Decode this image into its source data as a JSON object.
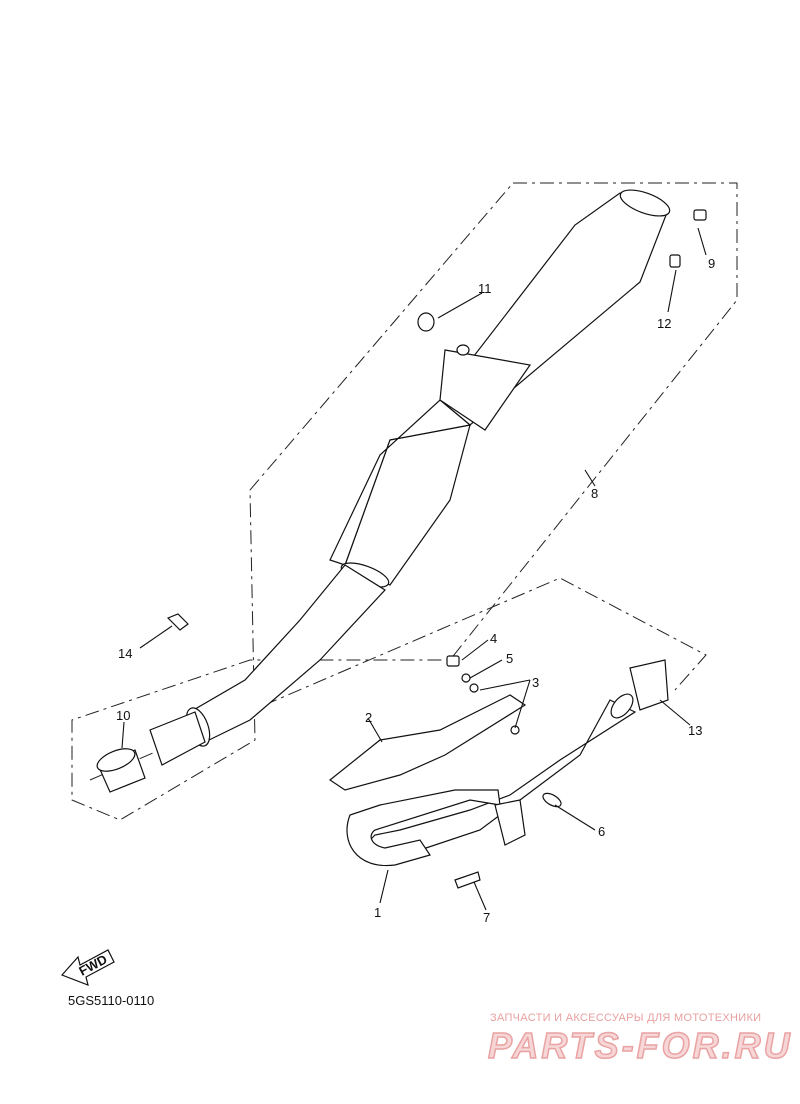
{
  "diagram_code": "5GS5110-0110",
  "fwd_label": "FWD",
  "watermark": {
    "tagline": "ЗАПЧАСТИ И АКСЕССУАРЫ ДЛЯ МОТОТЕХНИКИ",
    "brand": "PARTS-FOR.RU",
    "color": "#e8a0a0"
  },
  "callouts": {
    "c1": "1",
    "c2": "2",
    "c3": "3",
    "c4": "4",
    "c5": "5",
    "c6": "6",
    "c7": "7",
    "c8": "8",
    "c9": "9",
    "c10": "10",
    "c11": "11",
    "c12": "12",
    "c13": "13",
    "c14": "14"
  }
}
